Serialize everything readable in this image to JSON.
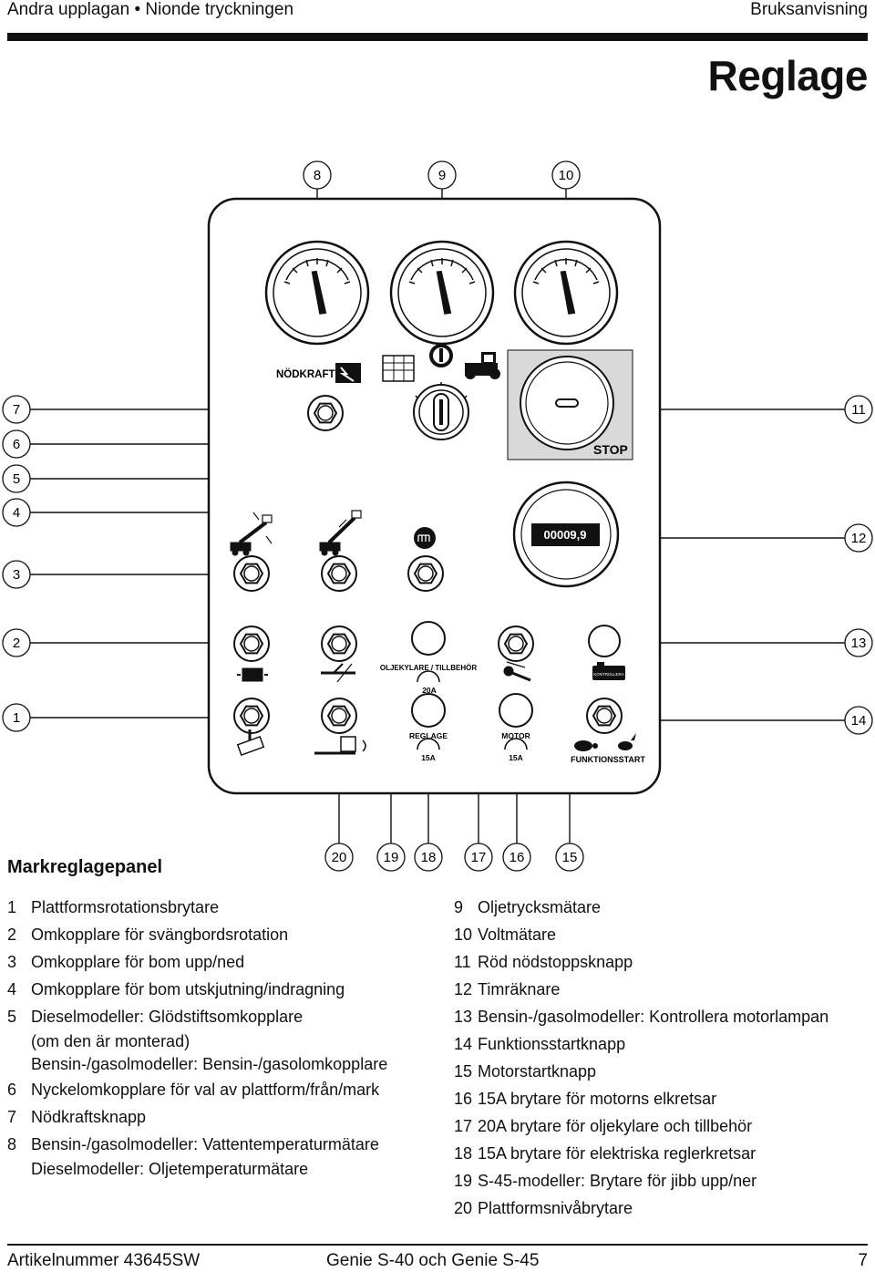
{
  "header": {
    "left": "Andra upplagan • Nionde tryckningen",
    "right": "Bruksanvisning"
  },
  "title": "Reglage",
  "panel": {
    "nodkraft": "NÖDKRAFT",
    "stop": "STOP",
    "hourmeter": "00009,9",
    "oljekylare": "OLJEKYLARE / TILLBEHÖR",
    "amp20": "20A",
    "reglage": "REGLAGE",
    "motor": "MOTOR",
    "amp15_left": "15A",
    "amp15_right": "15A",
    "kontrollera": "KONTROLLERA",
    "funktionsstart": "FUNKTIONSSTART"
  },
  "callouts": {
    "c1": "1",
    "c2": "2",
    "c3": "3",
    "c4": "4",
    "c5": "5",
    "c6": "6",
    "c7": "7",
    "c8": "8",
    "c9": "9",
    "c10": "10",
    "c11": "11",
    "c12": "12",
    "c13": "13",
    "c14": "14",
    "c15": "15",
    "c16": "16",
    "c17": "17",
    "c18": "18",
    "c19": "19",
    "c20": "20"
  },
  "section_title": "Markreglagepanel",
  "legend_left": [
    {
      "num": "1",
      "lines": [
        "Plattformsrotationsbrytare"
      ]
    },
    {
      "num": "2",
      "lines": [
        "Omkopplare för svängbordsrotation"
      ]
    },
    {
      "num": "3",
      "lines": [
        "Omkopplare för bom upp/ned"
      ]
    },
    {
      "num": "4",
      "lines": [
        "Omkopplare för bom utskjutning/indragning"
      ]
    },
    {
      "num": "5",
      "lines": [
        "Dieselmodeller: Glödstiftsomkopplare",
        "(om den är monterad)",
        "Bensin-/gasolmodeller: Bensin-/gasolomkopplare"
      ]
    },
    {
      "num": "6",
      "lines": [
        "Nyckelomkopplare för val av plattform/från/mark"
      ]
    },
    {
      "num": "7",
      "lines": [
        "Nödkraftsknapp"
      ]
    },
    {
      "num": "8",
      "lines": [
        "Bensin-/gasolmodeller: Vattentemperaturmätare",
        "Dieselmodeller: Oljetemperaturmätare"
      ]
    }
  ],
  "legend_right": [
    {
      "num": "9",
      "lines": [
        "Oljetrycksmätare"
      ]
    },
    {
      "num": "10",
      "lines": [
        "Voltmätare"
      ]
    },
    {
      "num": "11",
      "lines": [
        "Röd nödstoppsknapp"
      ]
    },
    {
      "num": "12",
      "lines": [
        "Timräknare"
      ]
    },
    {
      "num": "13",
      "lines": [
        "Bensin-/gasolmodeller: Kontrollera motorlampan"
      ]
    },
    {
      "num": "14",
      "lines": [
        "Funktionsstartknapp"
      ]
    },
    {
      "num": "15",
      "lines": [
        "Motorstartknapp"
      ]
    },
    {
      "num": "16",
      "lines": [
        "15A brytare för motorns elkretsar"
      ]
    },
    {
      "num": "17",
      "lines": [
        "20A brytare för oljekylare och tillbehör"
      ]
    },
    {
      "num": "18",
      "lines": [
        "15A brytare för elektriska reglerkretsar"
      ]
    },
    {
      "num": "19",
      "lines": [
        "S-45-modeller: Brytare för jibb upp/ner"
      ]
    },
    {
      "num": "20",
      "lines": [
        "Plattformsnivåbrytare"
      ]
    }
  ],
  "footer": {
    "left": "Artikelnummer 43645SW",
    "center": "Genie S-40 och Genie S-45",
    "right": "7"
  }
}
